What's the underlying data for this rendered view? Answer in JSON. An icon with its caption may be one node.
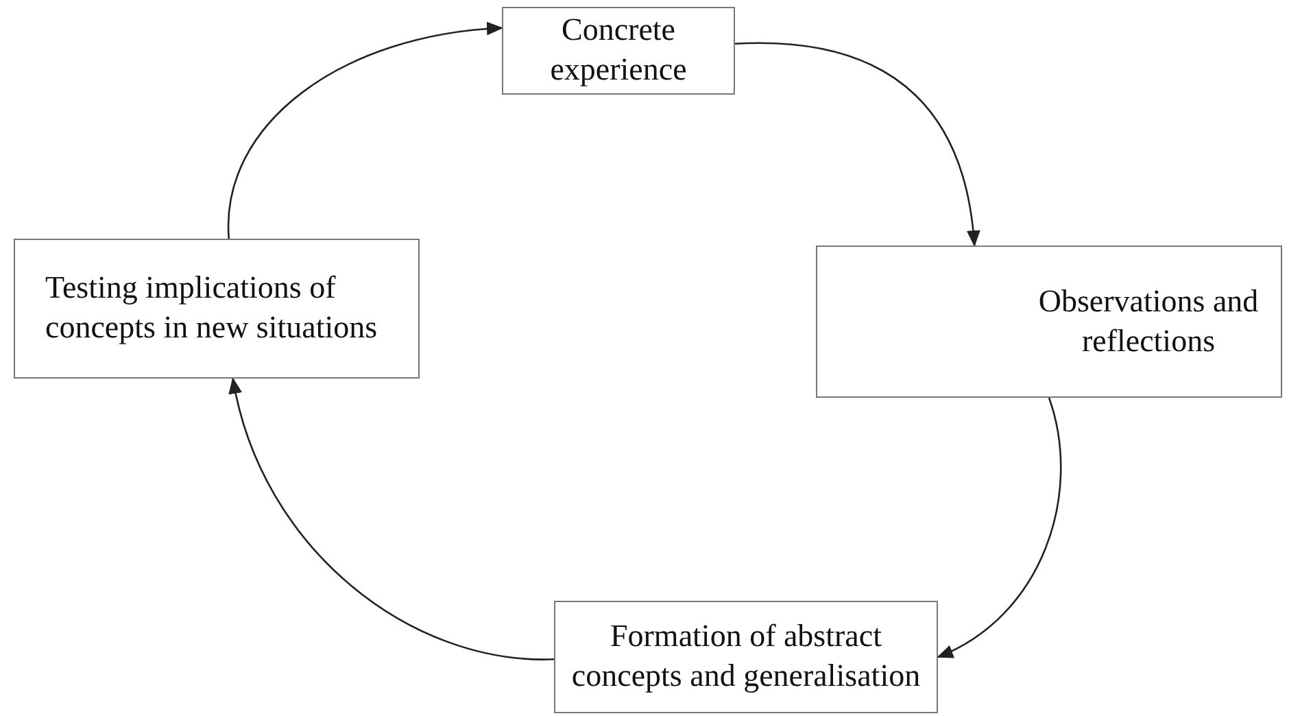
{
  "diagram": {
    "nodes": [
      {
        "text": [
          "Concrete experience"
        ]
      },
      {
        "text": [
          "Observations and reflections"
        ]
      },
      {
        "text": [
          "Formation of abstract concepts and generalisation"
        ]
      },
      {
        "text": [
          "Testing implications of concepts in new situations"
        ]
      }
    ],
    "edges": [
      {
        "from": 0,
        "to": 1,
        "arrow": "to"
      },
      {
        "from": 1,
        "to": 2,
        "arrow": "to"
      },
      {
        "from": 2,
        "to": 3,
        "arrow": "to"
      },
      {
        "from": 3,
        "to": 0,
        "arrow": "to"
      }
    ]
  }
}
